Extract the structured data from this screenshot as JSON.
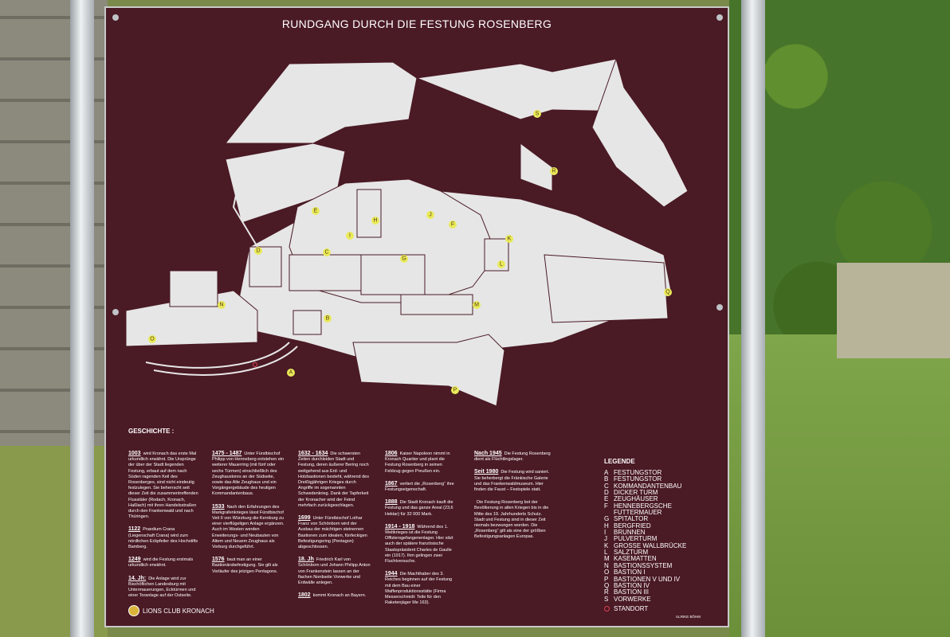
{
  "title": "RUNDGANG DURCH DIE FESTUNG ROSENBERG",
  "map_markers": [
    "A",
    "B",
    "C",
    "D",
    "E",
    "F",
    "G",
    "H",
    "I",
    "J",
    "K",
    "L",
    "M",
    "N",
    "O",
    "P",
    "Q",
    "R",
    "S"
  ],
  "history_heading": "GESCHICHTE :",
  "history": [
    {
      "year": "1003",
      "text": "wird Kronach das erste Mal urkundlich erwähnt. Die Ursprünge der über der Stadt liegenden Festung, erbaut auf dem nach Süden ragenden Keil des Rosenberges, sind nicht eindeutig festzulegen. Sie beherrscht seit dieser Zeit die zusammentreffenden Flusstäler (Rodach, Kronach, Haßlach) mit ihren Handelsstraßen durch den Frankenwald und nach Thüringen."
    },
    {
      "year": "1122",
      "text": "Praedium Crana (Liegenschaft Crana) wird zum nördlichen Eckpfeiler des Hochstifts Bamberg."
    },
    {
      "year": "1249",
      "text": "wird die Festung erstmals urkundlich erwähnt."
    },
    {
      "year": "14. Jh:",
      "text": "Die Anlage wird zur Bischöflichen Landesburg mit Untermauerungen, Ecktürmen und einer Toranlage auf der Ostseite."
    },
    {
      "year": "1475 - 1487",
      "text": "Unter Fürstbischof Philipp von Henneberg entstehen ein weiterer Mauerring (mit fünf oder sechs Türmen) einschließlich des Zeughaustores an der Südseite, sowie das Alte Zeughaus und ein Vorgängergebäude des heutigen Kommandantenbaus."
    },
    {
      "year": "1533",
      "text": "Nach den Erfahrungen des Markgrafenkrieges lässt Fürstbischof Veit II von Würzburg die Kernburg zu einer vierflügeligen Anlage ergänzen. Auch im Westen werden Erweiterungs- und Neubauten von Altem und Neuem Zeughaus als Vorburg durchgeführt."
    },
    {
      "year": "1576",
      "text": "baut man an einer Bastionärsbefestigung. Sie gilt als Vorläufer des jetzigen Pentagons."
    },
    {
      "year": "1632 - 1634",
      "text": "Die schwersten Zeiten durchleiden Stadt und Festung, deren äußerer Bering noch weitgehend aus Erd- und Holzbastionen besteht, während des Dreißigjährigen Krieges durch Angriffe im sogenannten Schwedenkrieg. Dank der Tapferkeit der Kronacher wird der Feind mehrfach zurückgeschlagen."
    },
    {
      "year": "1699",
      "text": "Unter Fürstbischof Lothar Franz von Schönborn wird der Ausbau der mächtigen steinernen Bastionen zum idealen, fünfeckigen Befestigungsring (Pentagon) abgeschlossen."
    },
    {
      "year": "18. Jh",
      "text": "Friedrich Karl von Schönborn und Johann Philipp Anton von Frankenstein lassen an der flachen Nordseite Vorwerke und Erdwälle anlegen."
    },
    {
      "year": "1802",
      "text": "kommt Kronach an Bayern."
    },
    {
      "year": "1806",
      "text": "Kaiser Napoleon nimmt in Kronach Quartier und plant die Festung Rosenberg in seinen Feldzug gegen Preußen ein."
    },
    {
      "year": "1867",
      "text": "verliert die „Rosenberg“ ihre Festungseigenschaft."
    },
    {
      "year": "1888",
      "text": "Die Stadt Kronach kauft die Festung und das ganze Areal (23,6 Hektar) für 32 000 Mark."
    },
    {
      "year": "1914 - 1918",
      "text": "Während des 1. Weltkrieges ist die Festung Offiziersgefangenenlager. Hier sitzt auch der spätere französische Staatspräsident Charles de Gaulle ein (1917). Ihm gelingen zwei Fluchtversuche."
    },
    {
      "year": "1944",
      "text": "Die Machthaber des 3. Reiches beginnen auf der Festung mit dem Bau einer Waffenproduktionsstätte (Firma Messerschmidt: Teile für den Raketenjäger Me 163)."
    },
    {
      "year": "Nach 1945",
      "text": "Die Festung Rosenberg dient als Flüchtlingslager."
    },
    {
      "year": "Seit 1980",
      "text": "Die Festung wird saniert. Sie beherbergt die Fränkische Galerie und das Frankenwaldmuseum. Hier finden die Faust – Festspiele statt."
    },
    {
      "year": "",
      "text": "Die Festung Rosenberg bot der Bevölkerung in allen Kriegen bis in die Mitte des 19. Jahrhunderts Schutz. Stadt und Festung sind in dieser Zeit niemals bezwungen worden. Die „Rosenberg“ gilt als eine der größten Befestigungsanlagen Europas."
    }
  ],
  "legend_heading": "LEGENDE",
  "legend": [
    {
      "letter": "A",
      "label": "FESTUNGSTOR"
    },
    {
      "letter": "B",
      "label": "FESTUNGSTOR"
    },
    {
      "letter": "C",
      "label": "KOMMANDANTENBAU"
    },
    {
      "letter": "D",
      "label": "DICKER TURM"
    },
    {
      "letter": "E",
      "label": "ZEUGHÄUSER"
    },
    {
      "letter": "F",
      "label": "HENNEBERGSCHE"
    },
    {
      "letter": "",
      "label": "FUTTERMAUER"
    },
    {
      "letter": "G",
      "label": "SPITALTOR"
    },
    {
      "letter": "H",
      "label": "BERGFRIED"
    },
    {
      "letter": "I",
      "label": "BRUNNEN"
    },
    {
      "letter": "J",
      "label": "PULVERTURM"
    },
    {
      "letter": "K",
      "label": "GROSSE WALLBRÜCKE"
    },
    {
      "letter": "L",
      "label": "SALZTURM"
    },
    {
      "letter": "M",
      "label": "KASEMATTEN"
    },
    {
      "letter": "N",
      "label": "BASTIONSSYSTEM"
    },
    {
      "letter": "O",
      "label": "BASTION I"
    },
    {
      "letter": "P",
      "label": "BASTIONEN V UND IV"
    },
    {
      "letter": "Q",
      "label": "BASTION IV"
    },
    {
      "letter": "R",
      "label": "BASTION III"
    },
    {
      "letter": "S",
      "label": "VORWERKE"
    }
  ],
  "standort_label": "STANDORT",
  "club": "LIONS CLUB KRONACH",
  "credit": "ULRIKE BÖHM",
  "colors": {
    "board": "#4a1a25",
    "map_fill": "#e6e6e6",
    "marker": "#e9ea5a",
    "standort": "#e04050"
  }
}
